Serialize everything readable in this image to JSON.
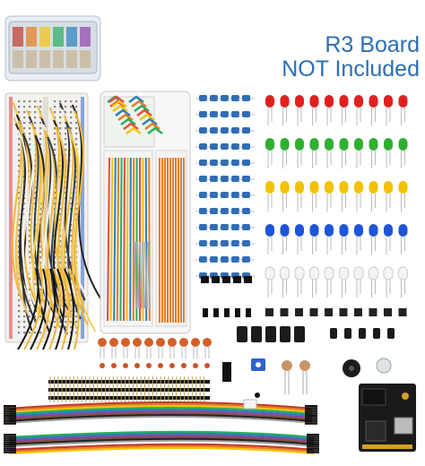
{
  "product_notice": {
    "line1": "R3 Board",
    "line2": "NOT Included"
  },
  "colors": {
    "notice_text": "#2e6fb0",
    "led_colors": [
      "#e02020",
      "#30b030",
      "#f2c200",
      "#1e55d8",
      "#f4f4f4"
    ],
    "jumper_wire_colors": [
      "#c0392b",
      "#e67e22",
      "#f1c40f",
      "#27ae60",
      "#2980b9",
      "#8e44ad",
      "#7f5539",
      "#222222",
      "#9e9e9e",
      "#ffffff"
    ]
  },
  "components": [
    "storage-box",
    "breadboard",
    "jumper-wires",
    "resistors",
    "leds",
    "capacitors",
    "push-buttons",
    "pin-headers",
    "ribbon-cables",
    "power-module",
    "potentiometer",
    "buzzer"
  ]
}
